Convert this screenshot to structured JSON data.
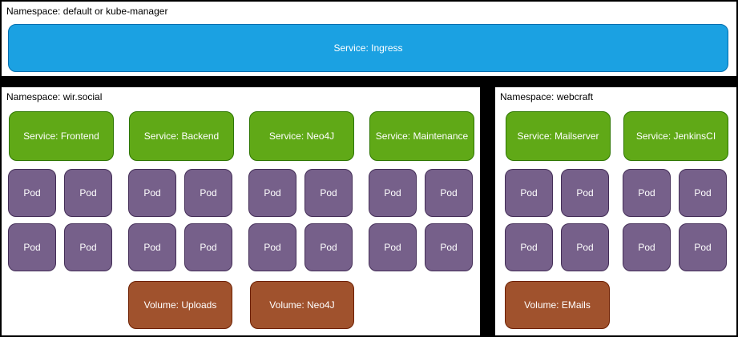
{
  "colors": {
    "background": "#000000",
    "panel": "#FFFFFF",
    "label_text": "#000000",
    "shape_text": "#FFFFFF",
    "ingress_fill": "#1BA1E2",
    "ingress_stroke": "#006EAF",
    "service_fill": "#60A917",
    "service_stroke": "#2D7600",
    "pod_fill": "#76608A",
    "pod_stroke": "#432D57",
    "volume_fill": "#A0522D",
    "volume_stroke": "#6D1F00"
  },
  "panels": {
    "top": {
      "namespace_label": "Namespace: default or kube-manager",
      "services": [
        {
          "label": "Service: Ingress"
        }
      ]
    },
    "left": {
      "namespace_label": "Namespace: wir.social",
      "services": [
        {
          "label": "Service: Frontend",
          "pods": [
            "Pod",
            "Pod",
            "Pod",
            "Pod"
          ]
        },
        {
          "label": "Service: Backend",
          "pods": [
            "Pod",
            "Pod",
            "Pod",
            "Pod"
          ]
        },
        {
          "label": "Service: Neo4J",
          "pods": [
            "Pod",
            "Pod",
            "Pod",
            "Pod"
          ]
        },
        {
          "label": "Service: Maintenance",
          "pods": [
            "Pod",
            "Pod",
            "Pod",
            "Pod"
          ]
        }
      ],
      "volumes": [
        "Volume: Uploads",
        "Volume: Neo4J"
      ]
    },
    "right": {
      "namespace_label": "Namespace: webcraft",
      "services": [
        {
          "label": "Service: Mailserver",
          "pods": [
            "Pod",
            "Pod",
            "Pod",
            "Pod"
          ]
        },
        {
          "label": "Service: JenkinsCI",
          "pods": [
            "Pod",
            "Pod",
            "Pod",
            "Pod"
          ]
        }
      ],
      "volumes": [
        "Volume: EMails"
      ]
    }
  }
}
